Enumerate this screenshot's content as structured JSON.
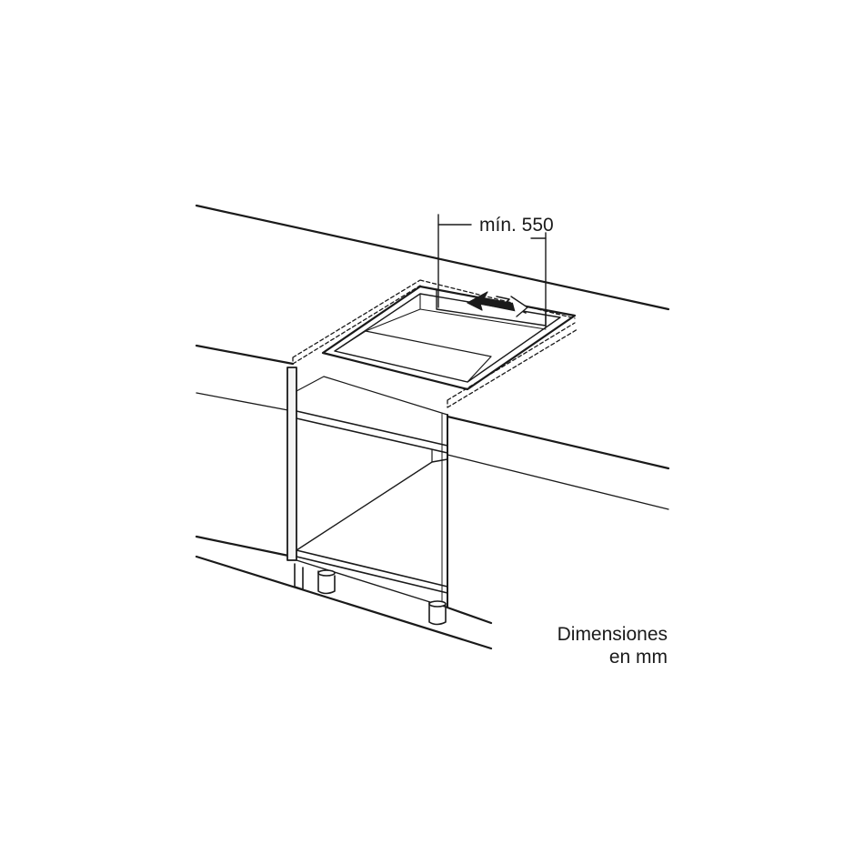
{
  "diagram": {
    "dimension_label": "mín. 550",
    "caption_line1": "Dimensiones",
    "caption_line2": "en mm"
  },
  "colors": {
    "stroke": "#1a1a1a",
    "background": "#ffffff",
    "cabinet_fill": "#f4f4f4"
  }
}
